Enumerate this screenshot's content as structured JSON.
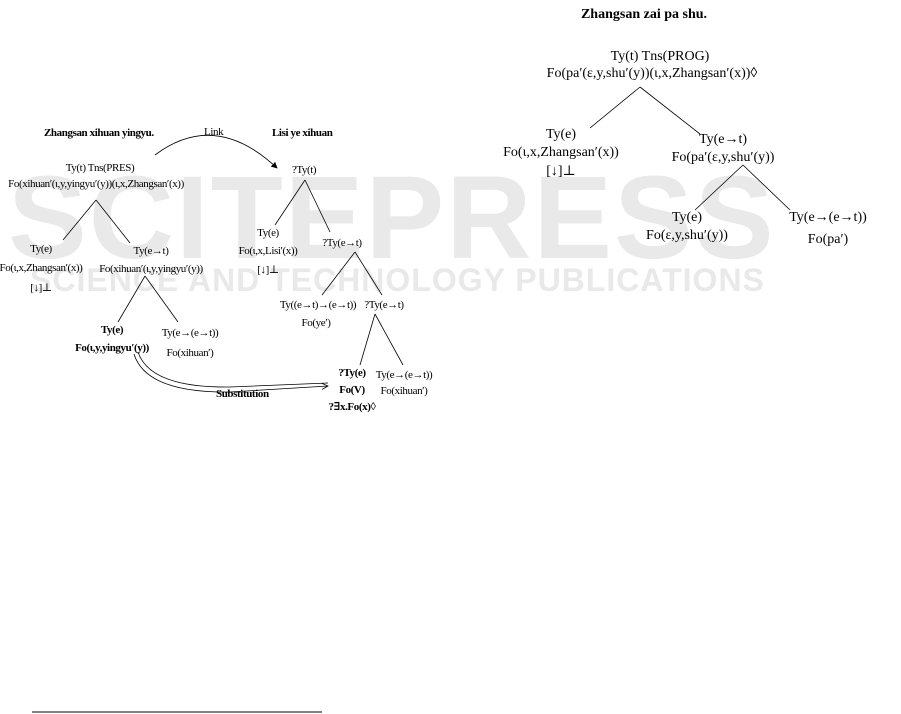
{
  "watermark": {
    "main": "SCITEPRESS",
    "sub": "SCIENCE AND TECHNOLOGY PUBLICATIONS"
  },
  "left_figure": {
    "tree1": {
      "title": "Zhangsan xihuan yingyu.",
      "root_type": "Ty(t) Tns(PRES)",
      "root_formula": "Fo(xihuan′(ι,y,yingyu′(y))(ι,x,Zhangsan′(x))",
      "subject_type": "Ty(e)",
      "subject_formula": "Fo(ι,x,Zhangsan′(x))",
      "subject_pointer": "[↓]⊥",
      "predicate_type": "Ty(e→t)",
      "predicate_formula": "Fo(xihuan′(ι,y,yingyu′(y))",
      "object_type": "Ty(e)",
      "object_formula": "Fo(ι,y,yingyu′(y))",
      "verb_type": "Ty(e→(e→t))",
      "verb_formula": "Fo(xihuan′)"
    },
    "link_label": "Link",
    "substitution_label": "Substitution",
    "tree2": {
      "title": "Lisi ye xihuan",
      "root_type": "?Ty(t)",
      "subject_type": "Ty(e)",
      "subject_formula": "Fo(ι,x,Lisi′(x))",
      "subject_pointer": "[↓]⊥",
      "predicate_type": "?Ty(e→t)",
      "adverb_type": "Ty((e→t)→(e→t))",
      "adverb_formula": "Fo(ye′)",
      "inner_predicate_type": "?Ty(e→t)",
      "object_type": "?Ty(e)",
      "object_formula": "Fo(V)",
      "object_requirement": "?∃x.Fo(x)◊",
      "verb_type": "Ty(e→(e→t))",
      "verb_formula": "Fo(xihuan′)"
    }
  },
  "right_figure": {
    "title": "Zhangsan zai pa shu.",
    "root_type": "Ty(t) Tns(PROG)",
    "root_formula": "Fo(pa′(ε,y,shu′(y))(ι,x,Zhangsan′(x))◊",
    "subject_type": "Ty(e)",
    "subject_formula": "Fo(ι,x,Zhangsan′(x))",
    "subject_pointer": "[↓]⊥",
    "predicate_type": "Ty(e→t)",
    "predicate_formula": "Fo(pa′(ε,y,shu′(y))",
    "object_type": "Ty(e)",
    "object_formula": "Fo(ε,y,shu′(y))",
    "verb_type": "Ty(e→(e→t))",
    "verb_formula": "Fo(pa′)"
  }
}
